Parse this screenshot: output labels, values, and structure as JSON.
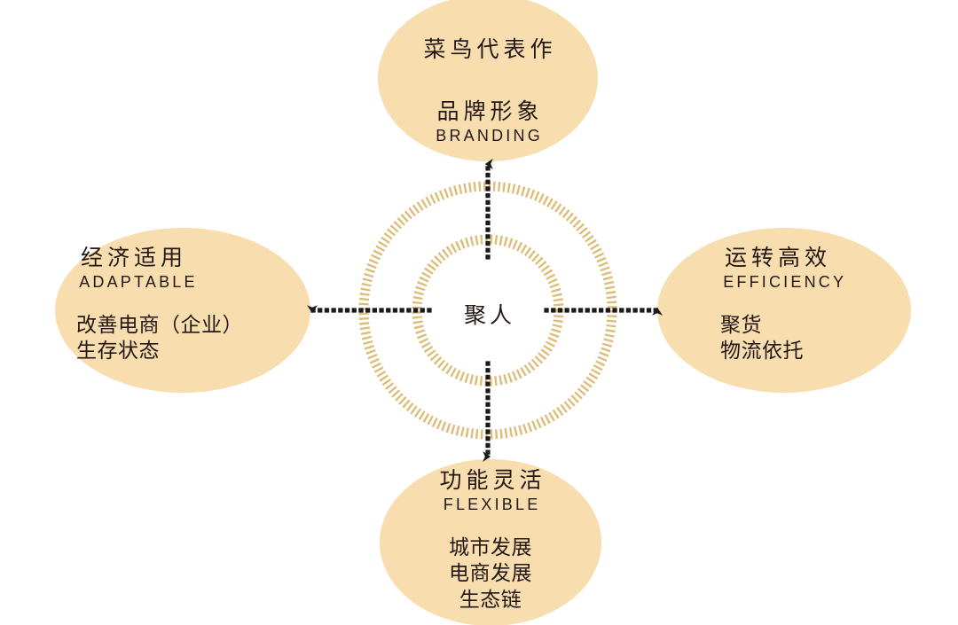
{
  "diagram": {
    "title_hidden": "",
    "colors": {
      "ellipse_fill": "#F8DDAE",
      "ring_gold": "#DCBE7A",
      "text": "#231815",
      "arrow": "#1A1A1A",
      "background": "#FFFFFF"
    },
    "center": {
      "label": "聚人",
      "ring_outer_name": "outer-dashed-ring",
      "ring_inner_name": "inner-dashed-ring"
    },
    "nodes": {
      "top": {
        "id": "branding",
        "head_cn": "菜鸟代表作",
        "sub_cn": "品牌形象",
        "sub_en": "BRANDING",
        "body": []
      },
      "left": {
        "id": "adaptable",
        "head_cn": "经济适用",
        "head_en": "ADAPTABLE",
        "body": [
          "改善电商（企业）",
          "生存状态"
        ]
      },
      "right": {
        "id": "efficiency",
        "head_cn": "运转高效",
        "head_en": "EFFICIENCY",
        "body": [
          "聚货",
          "物流依托"
        ]
      },
      "bottom": {
        "id": "flexible",
        "head_cn": "功能灵活",
        "head_en": "FLEXIBLE",
        "body": [
          "城市发展",
          "电商发展",
          "生态链"
        ]
      }
    },
    "arrows": {
      "up_name": "arrow-center-to-top",
      "down_name": "arrow-center-to-bottom",
      "left_name": "arrow-center-to-left",
      "right_name": "arrow-center-to-right"
    }
  }
}
